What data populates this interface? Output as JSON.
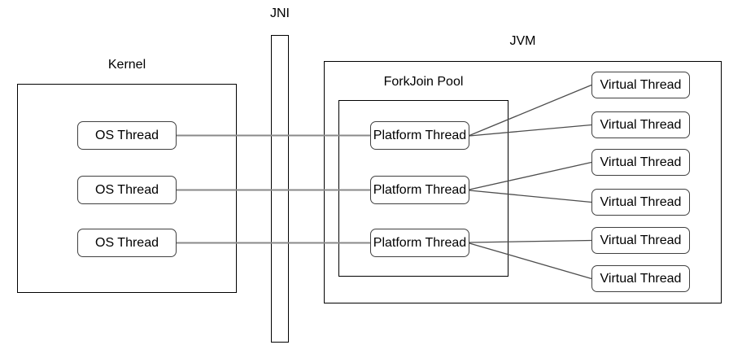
{
  "diagram": {
    "labels": {
      "kernel": "Kernel",
      "jni": "JNI",
      "jvm": "JVM",
      "forkjoin_pool": "ForkJoin Pool"
    },
    "nodes": {
      "os_threads": [
        "OS Thread",
        "OS Thread",
        "OS Thread"
      ],
      "platform_threads": [
        "Platform Thread",
        "Platform Thread",
        "Platform Thread"
      ],
      "virtual_threads": [
        "Virtual Thread",
        "Virtual Thread",
        "Virtual Thread",
        "Virtual Thread",
        "Virtual Thread",
        "Virtual Thread"
      ]
    },
    "connections": [
      {
        "from": "OS Thread 1",
        "to": "Platform Thread 1"
      },
      {
        "from": "OS Thread 2",
        "to": "Platform Thread 2"
      },
      {
        "from": "OS Thread 3",
        "to": "Platform Thread 3"
      },
      {
        "from": "Platform Thread 1",
        "to": "Virtual Thread 1"
      },
      {
        "from": "Platform Thread 1",
        "to": "Virtual Thread 2"
      },
      {
        "from": "Platform Thread 2",
        "to": "Virtual Thread 3"
      },
      {
        "from": "Platform Thread 2",
        "to": "Virtual Thread 4"
      },
      {
        "from": "Platform Thread 3",
        "to": "Virtual Thread 5"
      },
      {
        "from": "Platform Thread 3",
        "to": "Virtual Thread 6"
      }
    ],
    "colors": {
      "background": "#ffffff",
      "box_border": "#000000",
      "node_border": "#404040",
      "os_connector_gray": "#8a8a8a",
      "virtual_edge_dark": "#4d4d4d"
    }
  }
}
